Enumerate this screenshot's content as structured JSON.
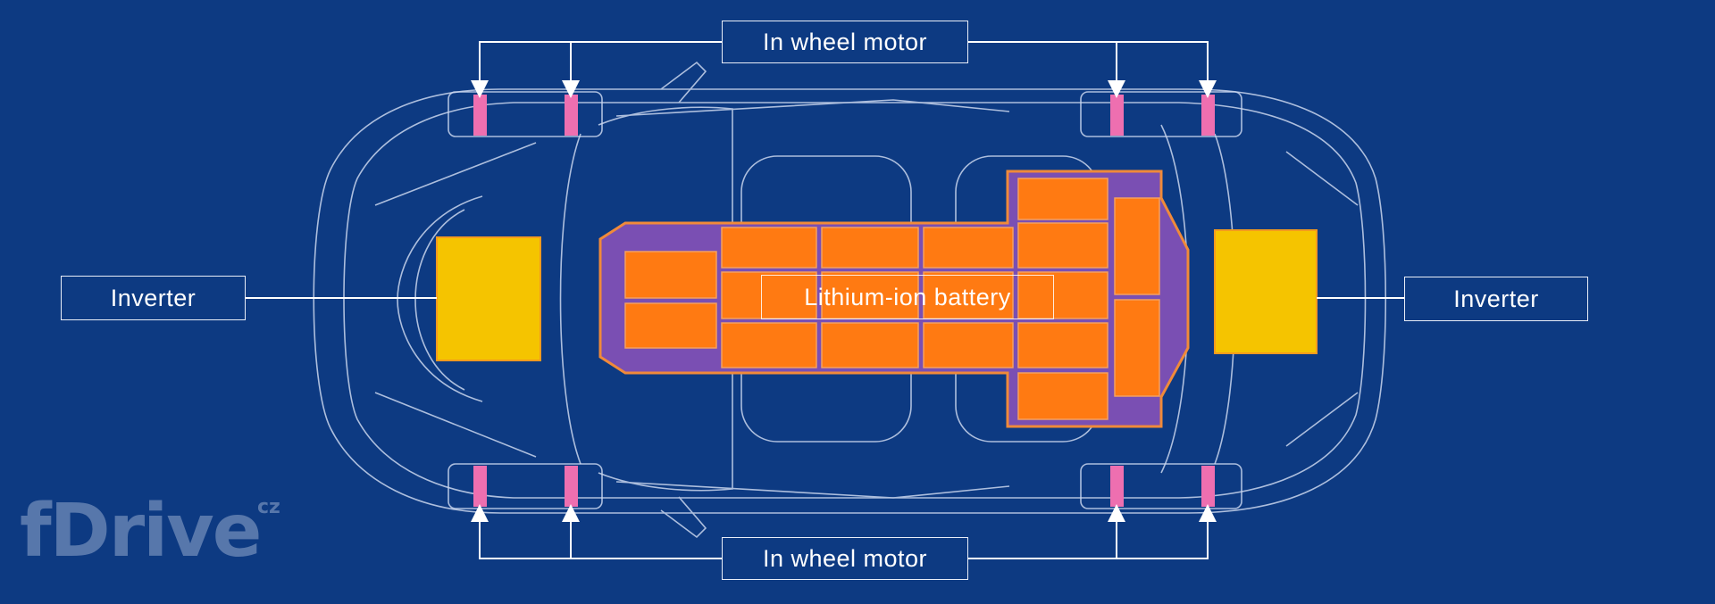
{
  "labels": {
    "in_wheel_motor_top": "In wheel motor",
    "in_wheel_motor_bottom": "In wheel motor",
    "inverter_left": "Inverter",
    "inverter_right": "Inverter",
    "battery": "Lithium-ion battery"
  },
  "watermark": {
    "brand": "fDrive",
    "tld": "cz"
  },
  "colors": {
    "background": "#0d3a82",
    "outline": "#c9d6ee",
    "inverter": "#f5c400",
    "battery_cell": "#ff7a12",
    "battery_frame": "#7a4fb3",
    "motor": "#ee6fb0"
  }
}
